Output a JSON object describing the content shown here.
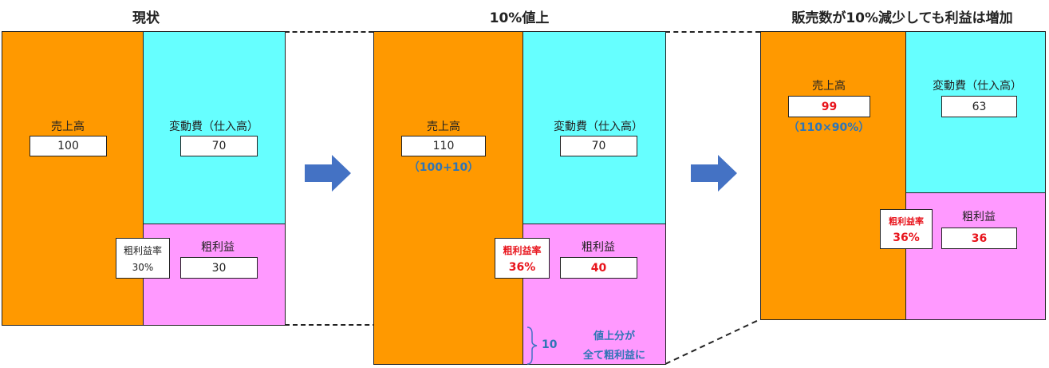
{
  "titles": {
    "current": "現状",
    "raise": "10%値上",
    "reduce": "販売数が10%減少しても利益は増加"
  },
  "current": {
    "sales_label": "売上高",
    "sales": "100",
    "var_label": "変動費（仕入高）",
    "var": "70",
    "gp_label": "粗利益",
    "gp": "30",
    "rate_label": "粗利益率",
    "rate": "30%"
  },
  "raise": {
    "sales_label": "売上高",
    "sales": "110",
    "sales_note": "（100+10）",
    "var_label": "変動費（仕入高）",
    "var": "70",
    "gp_label": "粗利益",
    "gp": "40",
    "rate_label": "粗利益率",
    "rate": "36%",
    "increase": "10",
    "note1": "値上分が",
    "note2": "全て粗利益に"
  },
  "reduce": {
    "sales_label": "売上高",
    "sales": "99",
    "sales_note": "（110×90%）",
    "var_label": "変動費（仕入高）",
    "var": "63",
    "gp_label": "粗利益",
    "gp": "36",
    "rate_label": "粗利益率",
    "rate": "36%"
  },
  "colors": {
    "sales": "#ff9900",
    "variable_cost": "#66ffff",
    "gross_profit": "#ff99ff",
    "arrow": "#4472c4",
    "emphasis": "#e8141c",
    "note": "#2e75b6"
  }
}
